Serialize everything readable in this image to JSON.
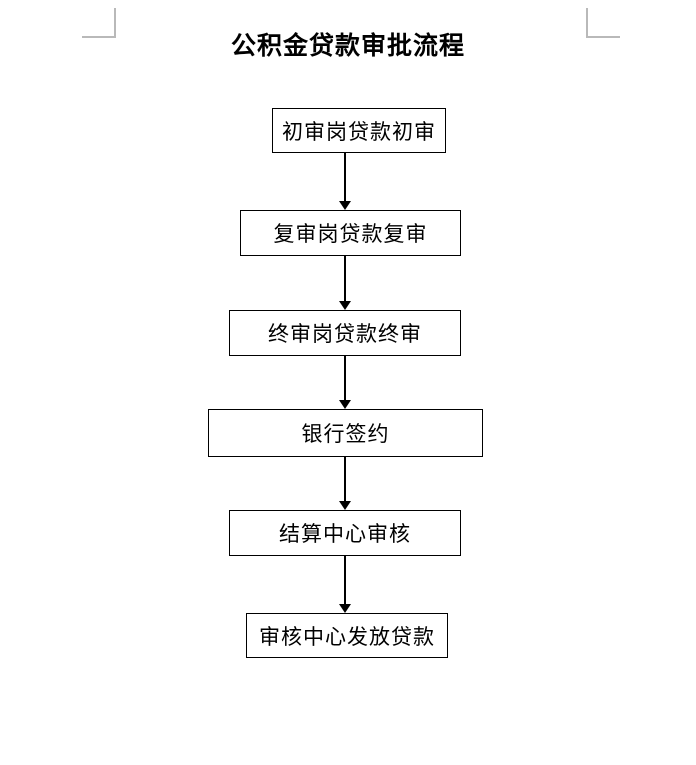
{
  "document": {
    "title": "公积金贷款审批流程",
    "background_color": "#ffffff",
    "ink_color": "#000000",
    "crop_mark_color": "#b9b9b9"
  },
  "chart_data": {
    "type": "diagram",
    "diagram_type": "flowchart",
    "title": "公积金贷款审批流程",
    "orientation": "top-to-bottom",
    "node_shape": "rectangle",
    "connector_style": "solid-line-with-filled-arrowhead",
    "nodes": [
      {
        "id": 1,
        "label": "初审岗贷款初审"
      },
      {
        "id": 2,
        "label": "复审岗贷款复审"
      },
      {
        "id": 3,
        "label": "终审岗贷款终审"
      },
      {
        "id": 4,
        "label": "银行签约"
      },
      {
        "id": 5,
        "label": "结算中心审核"
      },
      {
        "id": 6,
        "label": "审核中心发放贷款"
      }
    ],
    "edges": [
      {
        "from": 1,
        "to": 2
      },
      {
        "from": 2,
        "to": 3
      },
      {
        "from": 3,
        "to": 4
      },
      {
        "from": 4,
        "to": 5
      },
      {
        "from": 5,
        "to": 6
      }
    ]
  },
  "marks": {
    "top_left": "crop-mark",
    "top_right": "crop-mark"
  }
}
